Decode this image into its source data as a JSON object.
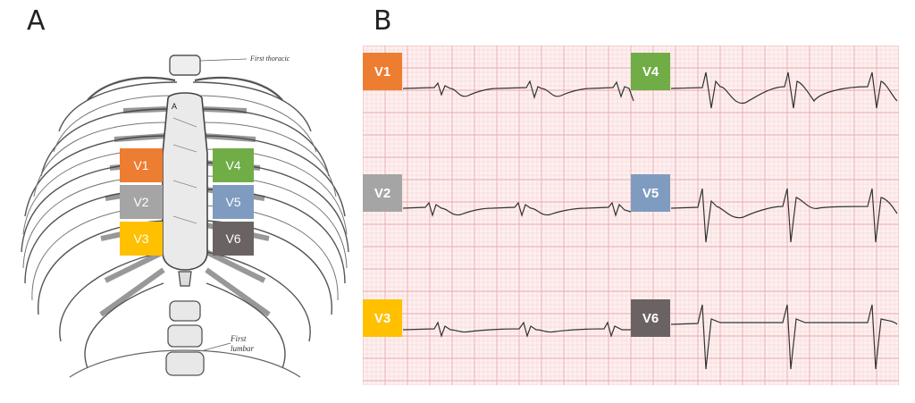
{
  "panels": {
    "a": {
      "letter": "A"
    },
    "b": {
      "letter": "B"
    }
  },
  "anatomy_labels": {
    "first_thoracic": "First thoracic",
    "first_lumbar_line1": "First",
    "first_lumbar_line2": "lumbar",
    "sternal_mark": "A"
  },
  "leads": [
    {
      "id": "v1",
      "label": "V1",
      "color": "#ED7D31"
    },
    {
      "id": "v2",
      "label": "V2",
      "color": "#A5A5A5"
    },
    {
      "id": "v3",
      "label": "V3",
      "color": "#FFC000"
    },
    {
      "id": "v4",
      "label": "V4",
      "color": "#70AD47"
    },
    {
      "id": "v5",
      "label": "V5",
      "color": "#7F9CC0"
    },
    {
      "id": "v6",
      "label": "V6",
      "color": "#6B6363"
    }
  ],
  "ecg_grid": {
    "background": "#FDF0F0",
    "minor_line": "#F6CFCF",
    "major_line": "#EDA8A8",
    "trace": "#333333"
  }
}
